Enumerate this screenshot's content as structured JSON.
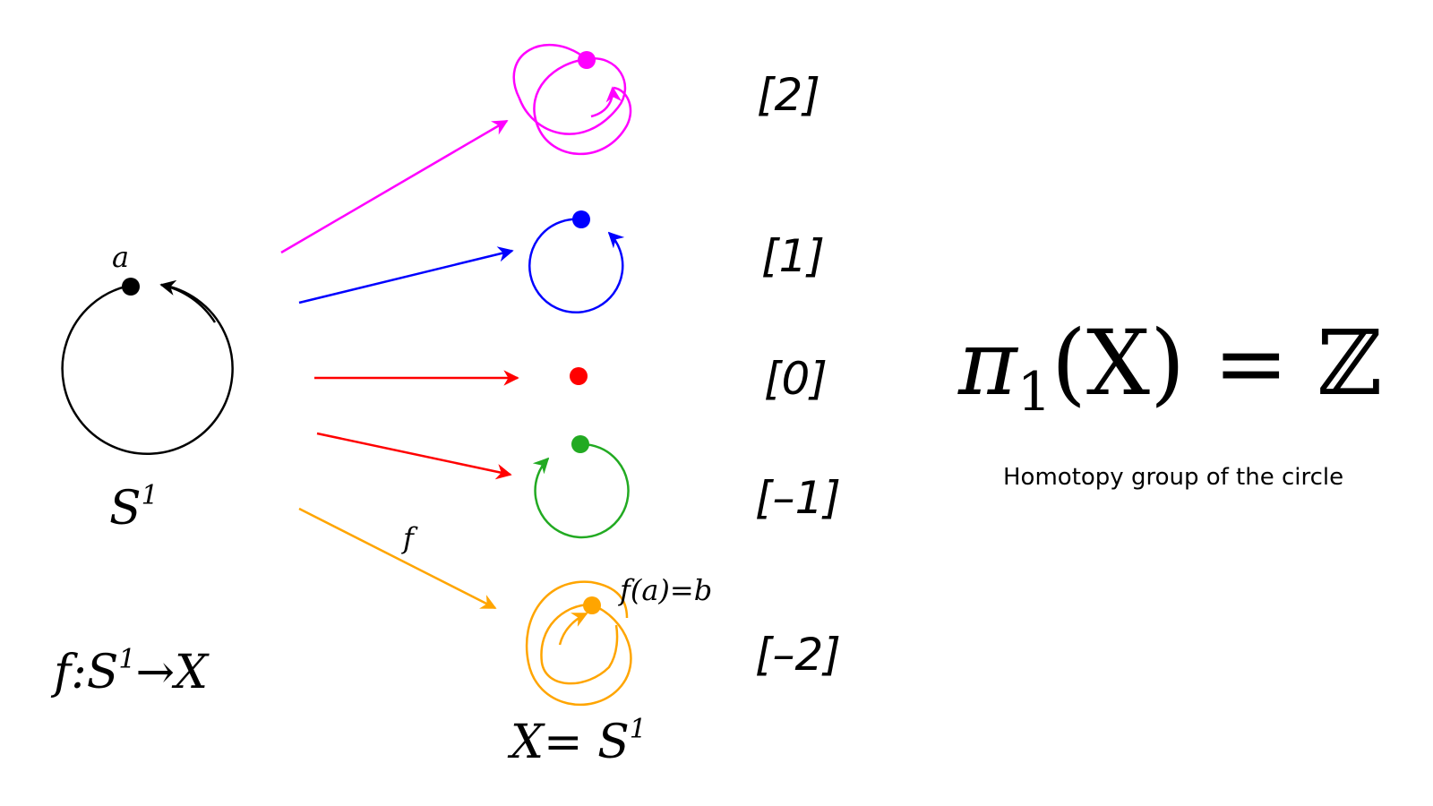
{
  "domain_labels": {
    "source_point": "a",
    "source_space": "S",
    "source_space_sup": "1",
    "map_name": "f",
    "map_signature_prefix": "f:S",
    "map_signature_sup": "1",
    "map_signature_suffix": "→X",
    "target_point": "f(a)=b",
    "target_space": "X= S",
    "target_space_sup": "1"
  },
  "classes": [
    {
      "label": "[2]",
      "color": "#ff00ff"
    },
    {
      "label": "[1]",
      "color": "#0000ff"
    },
    {
      "label": "[0]",
      "color": "#ff0000"
    },
    {
      "label": "[–1]",
      "color": "#22aa22"
    },
    {
      "label": "[–2]",
      "color": "#ffa500"
    }
  ],
  "formula": {
    "pi": "π",
    "sub": "1",
    "rest": "(X) = ℤ"
  },
  "caption": "Homotopy group of the circle"
}
